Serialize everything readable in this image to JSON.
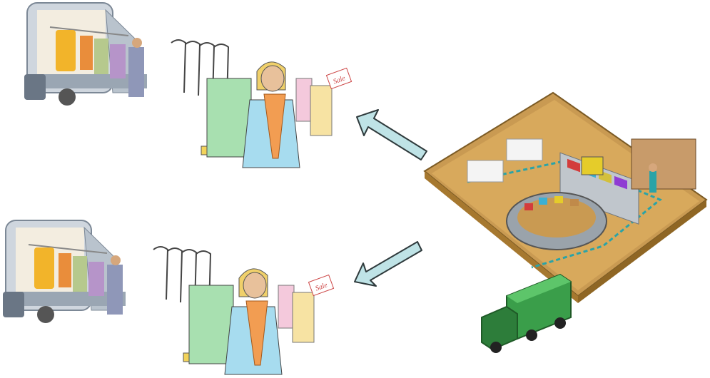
{
  "scene": {
    "top_row": {
      "truck": {
        "icon": "delivery-truck-clothes-icon"
      },
      "store": {
        "icon": "clothing-store-clerk-icon",
        "sale_tag": "Sale"
      }
    },
    "bottom_row": {
      "truck": {
        "icon": "delivery-truck-clothes-icon"
      },
      "store": {
        "icon": "clothing-store-clerk-icon",
        "sale_tag": "Sale"
      }
    },
    "warehouse": {
      "icon": "distribution-warehouse-icon",
      "truck_icon": "green-freight-truck-icon"
    },
    "arrows": [
      {
        "name": "arrow-to-top-store",
        "direction": "up-left",
        "color": "#bfe3e6"
      },
      {
        "name": "arrow-to-bottom-store",
        "direction": "down-left",
        "color": "#bfe3e6"
      }
    ]
  }
}
